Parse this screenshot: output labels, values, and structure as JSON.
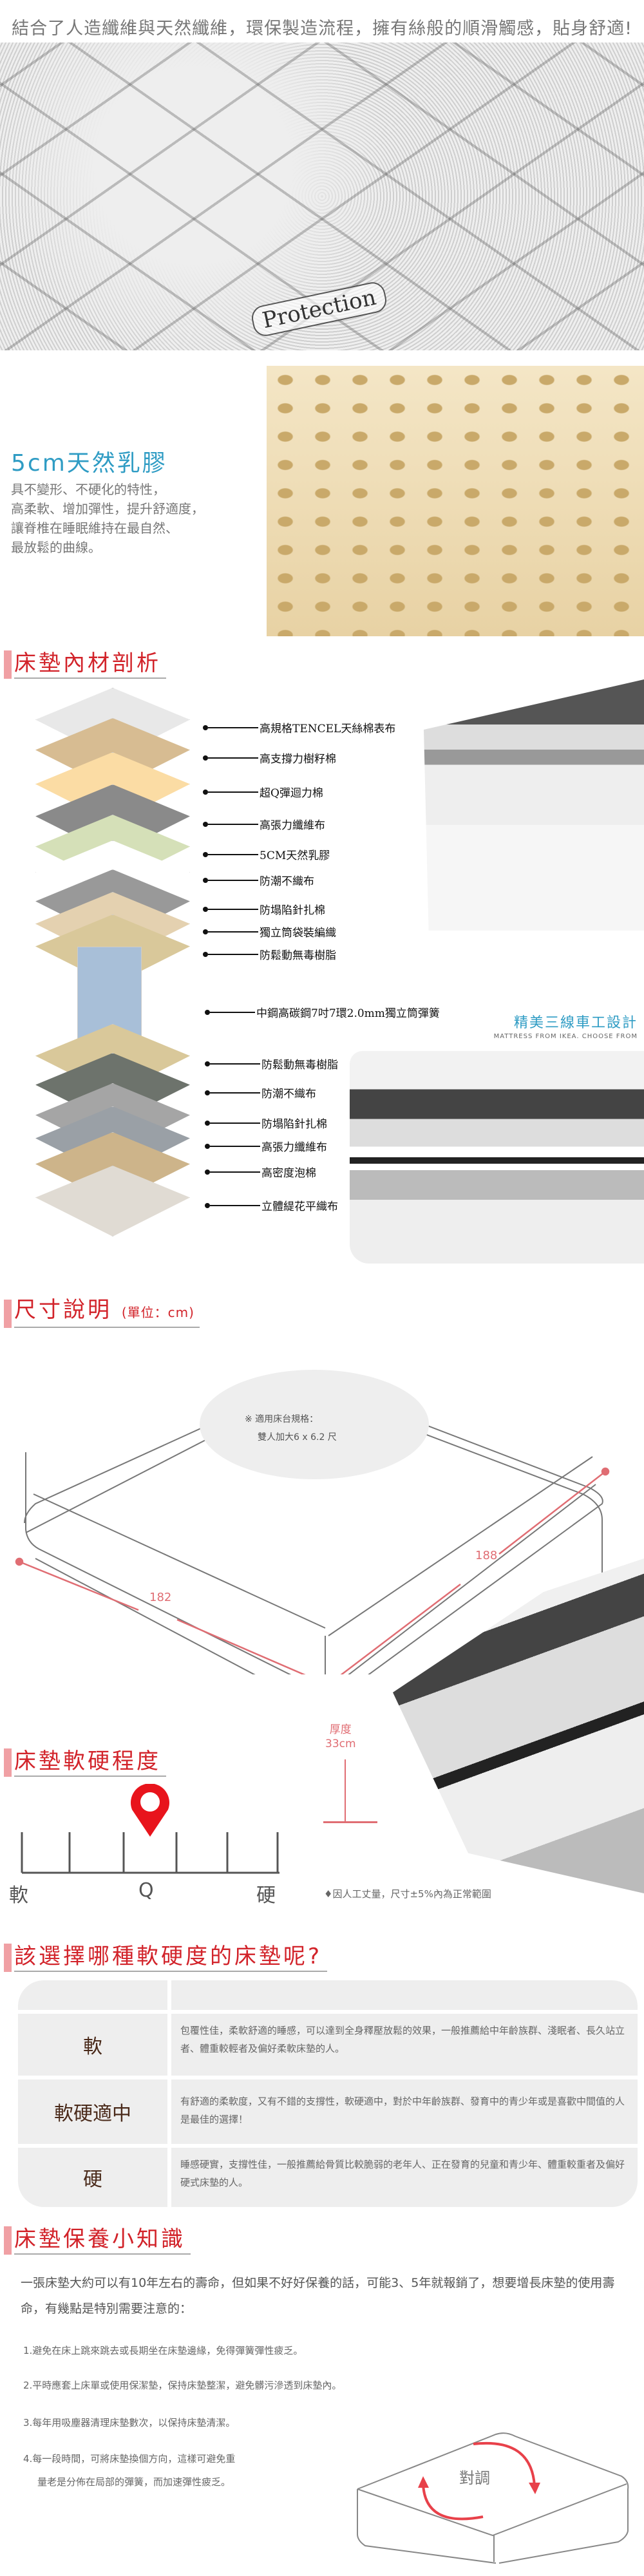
{
  "tagline": "結合了人造纖維與天然纖維，環保製造流程，擁有絲般的順滑觸感，貼身舒適!",
  "fabric_brand": "Protection",
  "latex": {
    "title": "5cm天然乳膠",
    "lines": [
      "具不變形、不硬化的特性，",
      "高柔軟、增加彈性，提升舒適度，",
      "讓脊椎在睡眠維持在最自然、",
      "最放鬆的曲線。"
    ]
  },
  "materials": {
    "heading": "床墊內材剖析",
    "layers": [
      "高規格TENCEL天絲棉表布",
      "高支撐力樹籽棉",
      "超Q彈迴力棉",
      "高張力纖維布",
      "5CM天然乳膠",
      "防潮不織布",
      "防塌陷針扎棉",
      "獨立筒袋裝編織",
      "防鬆動無毒樹脂",
      "中鋼高碳鋼7吋7環2.0mm獨立筒彈簧",
      "防鬆動無毒樹脂",
      "防潮不織布",
      "防塌陷針扎棉",
      "高張力纖維布",
      "高密度泡棉",
      "立體緹花平織布"
    ]
  },
  "stitching": {
    "title": "精美三線車工設計",
    "subtitle": "MATTRESS FROM IKEA. CHOOSE FROM"
  },
  "size": {
    "heading": "尺寸說明",
    "unit": "(單位：cm)",
    "spec_line1": "※ 適用床台規格：",
    "spec_line2": "雙人加大6 x 6.2 尺",
    "width": "182",
    "length": "188",
    "thickness_label": "厚度",
    "thickness": "33cm"
  },
  "firmness": {
    "heading": "床墊軟硬程度",
    "soft": "軟",
    "mid": "Q",
    "hard": "硬",
    "level_index": 2,
    "ticks": 6,
    "note": "因人工丈量，尺寸±5%內為正常範圍"
  },
  "choose": {
    "heading": "該選擇哪種軟硬度的床墊呢?",
    "rows": [
      {
        "type": "軟",
        "desc": "包覆性佳，柔軟舒適的睡感，可以達到全身釋壓放鬆的效果，一般推薦給中年齡族群、淺眠者、長久站立者、體重較輕者及偏好柔軟床墊的人。"
      },
      {
        "type": "軟硬適中",
        "desc": "有舒適的柔軟度，又有不錯的支撐性，軟硬適中，對於中年齡族群、發育中的青少年或是喜歡中間值的人是最佳的選擇！"
      },
      {
        "type": "硬",
        "desc": "睡感硬實，支撐性佳，一般推薦給骨質比較脆弱的老年人、正在發育的兒童和青少年、體重較重者及偏好硬式床墊的人。"
      }
    ]
  },
  "care": {
    "heading": "床墊保養小知識",
    "intro": "一張床墊大約可以有10年左右的壽命，但如果不好好保養的話，可能3、5年就報銷了，想要增長床墊的使用壽命，有幾點是特別需要注意的：",
    "items": [
      "1.避免在床上跳來跳去或長期坐在床墊邊緣，免得彈簧彈性疲乏。",
      "2.平時應套上床單或使用保潔墊，保持床墊整潔，避免髒污滲透到床墊內。",
      "3.每年用吸塵器清理床墊數次，以保持床墊清潔。",
      "4.每一段時間，可將床墊換個方向，這樣可避免重",
      "量老是分佈在局部的彈簧，而加速彈性疲乏。"
    ],
    "rotate_label": "對調"
  },
  "colors": {
    "accent_red": "#d2232a",
    "accent_blue": "#2f9cc4",
    "dim_pink": "#e06d73"
  }
}
